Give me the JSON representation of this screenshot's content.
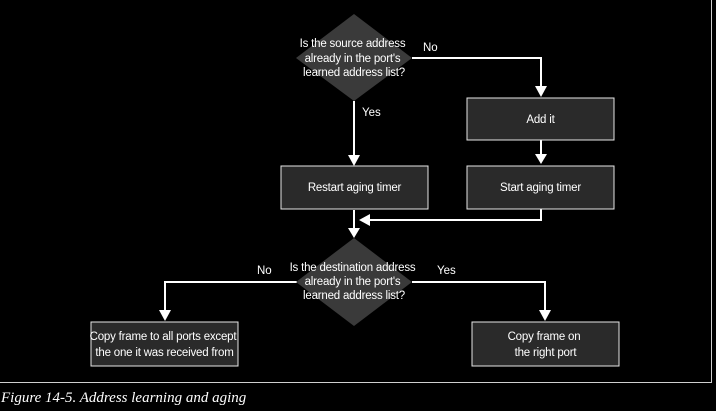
{
  "diagram": {
    "nodes": {
      "decision_source": [
        "Is the source address",
        "already in the port's",
        "learned address list?"
      ],
      "add_it": [
        "Add it"
      ],
      "restart_timer": [
        "Restart aging timer"
      ],
      "start_timer": [
        "Start aging timer"
      ],
      "decision_destination": [
        "Is the destination address",
        "already in the port's",
        "learned address list?"
      ],
      "copy_all": [
        "Copy frame to all ports except",
        "the one it was received from"
      ],
      "copy_right": [
        "Copy frame on",
        "the right port"
      ]
    },
    "edge_labels": {
      "source_no": "No",
      "source_yes": "Yes",
      "destination_no": "No",
      "destination_yes": "Yes"
    }
  },
  "caption": "Figure 14-5. Address learning and aging"
}
